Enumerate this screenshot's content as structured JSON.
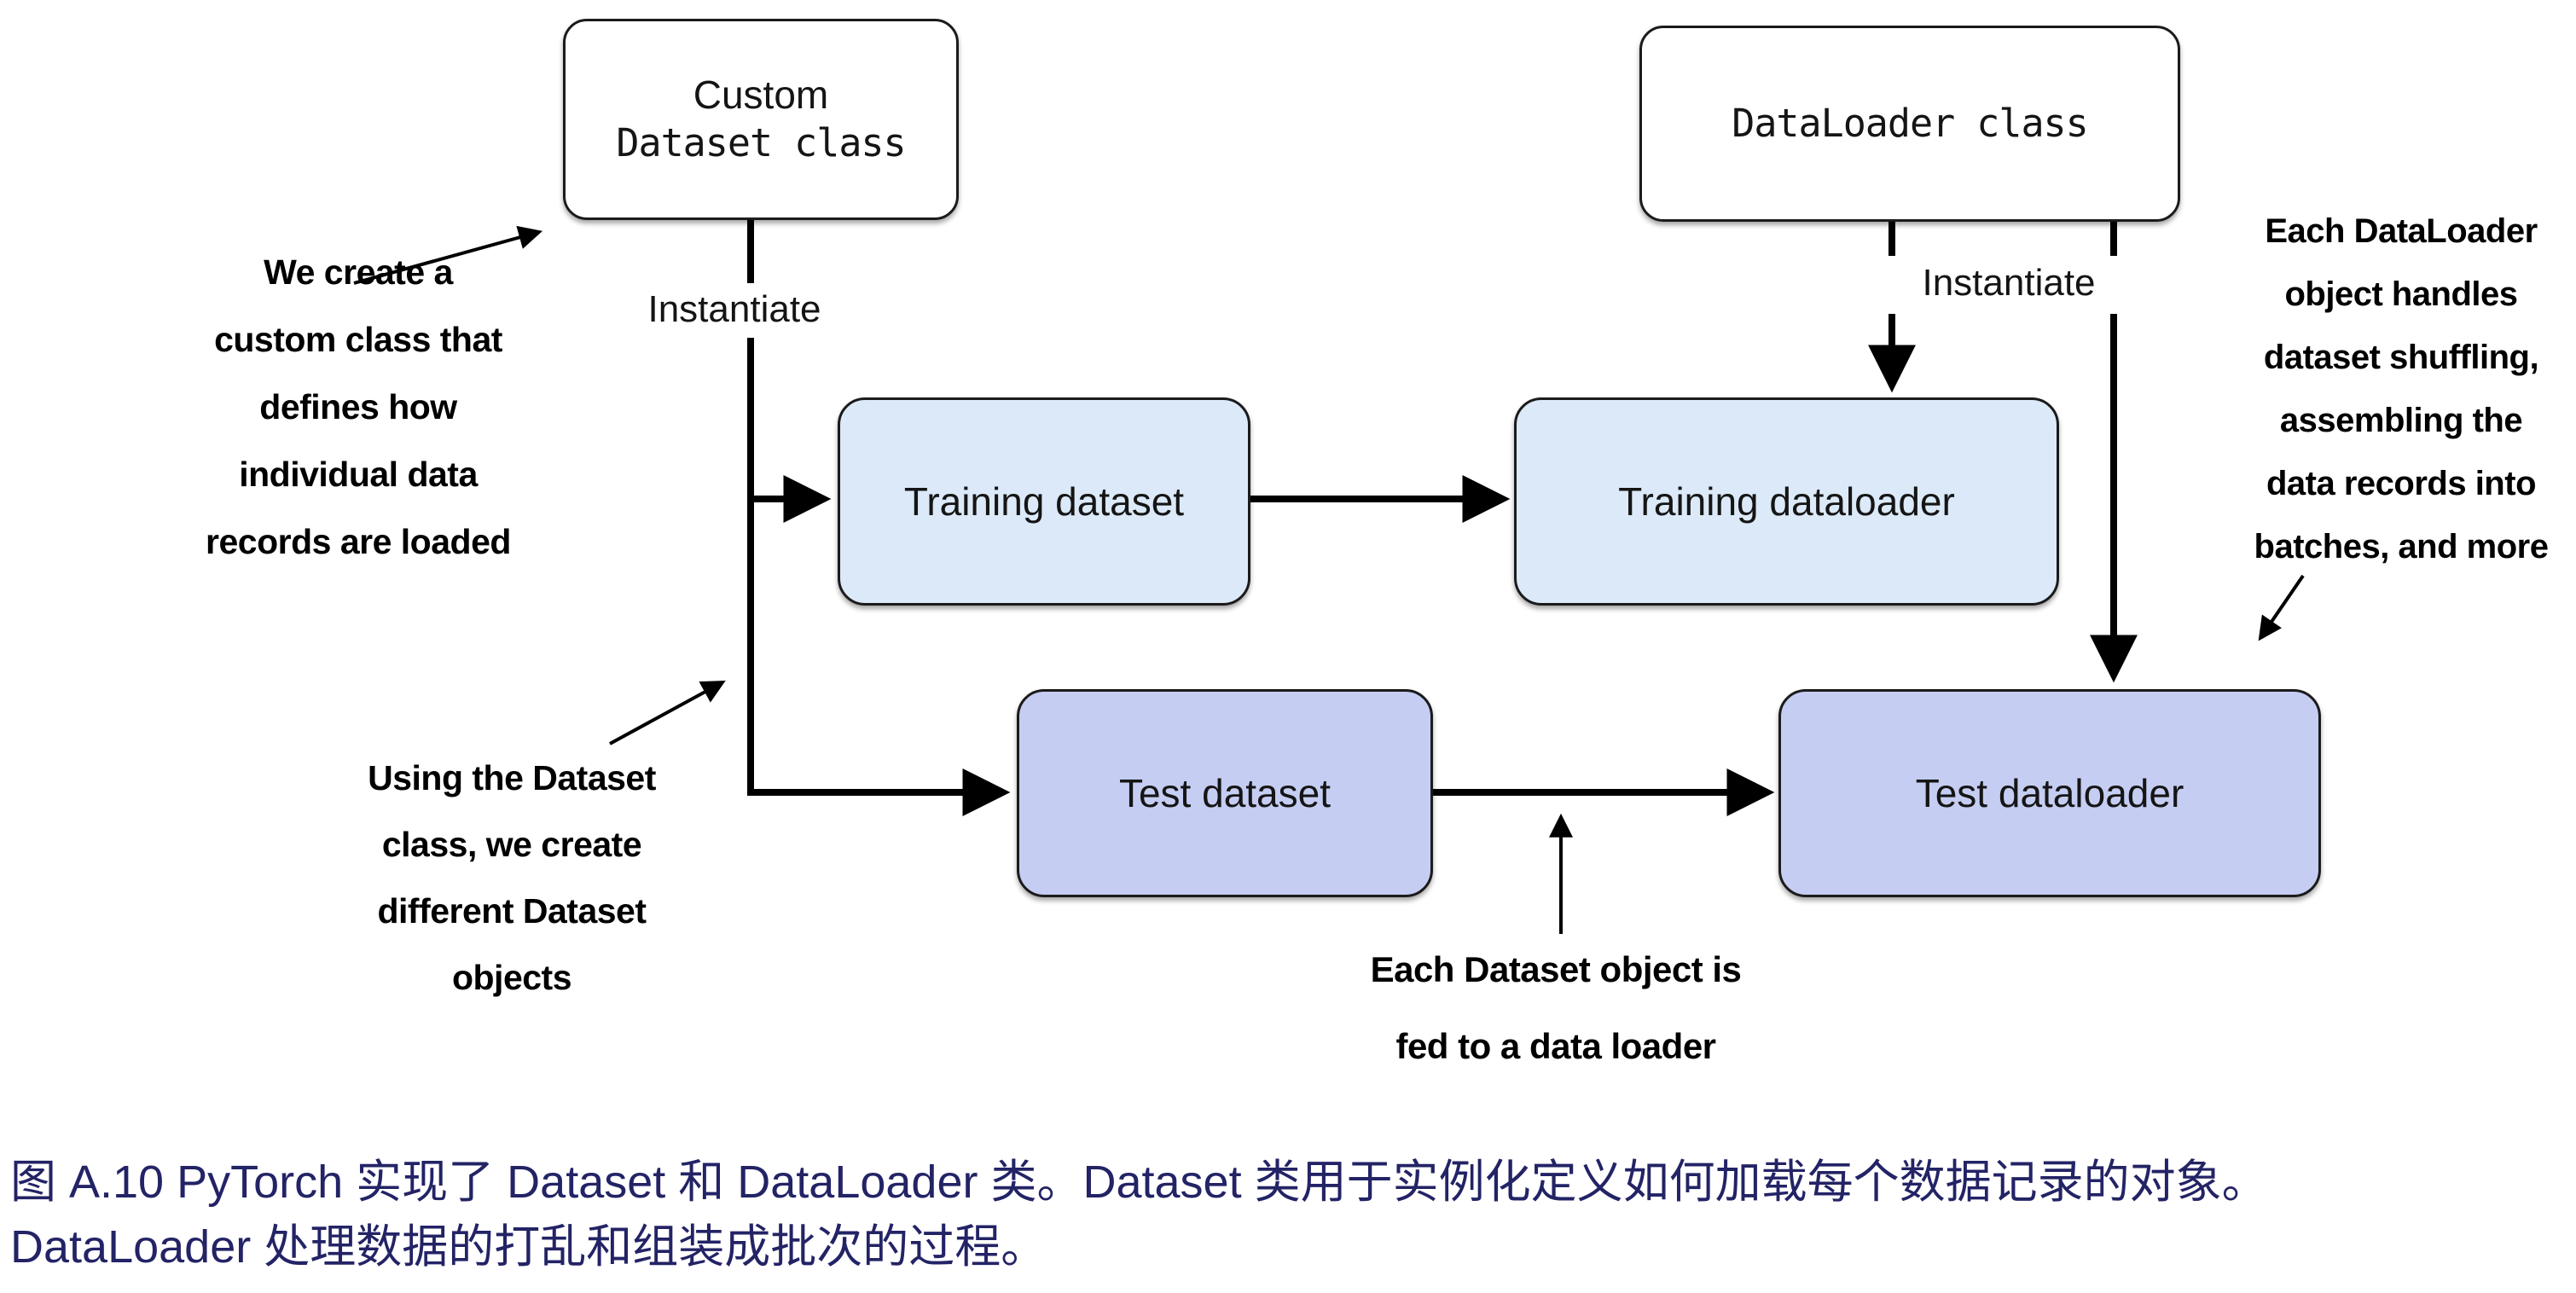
{
  "boxes": {
    "custom_dataset_class": {
      "line1": "Custom",
      "line2": "Dataset class"
    },
    "dataloader_class": {
      "label": "DataLoader class"
    },
    "training_dataset": {
      "label": "Training dataset"
    },
    "training_dataloader": {
      "label": "Training dataloader"
    },
    "test_dataset": {
      "label": "Test dataset"
    },
    "test_dataloader": {
      "label": "Test dataloader"
    }
  },
  "labels": {
    "instantiate_left": "Instantiate",
    "instantiate_right": "Instantiate"
  },
  "annotations": {
    "left_top": {
      "lines": [
        "We create a",
        "custom class that",
        "defines how",
        "individual data",
        "records are loaded"
      ]
    },
    "left_bottom": {
      "lines": [
        "Using the Dataset",
        "class, we create",
        "different Dataset",
        "objects"
      ]
    },
    "bottom_center": {
      "lines": [
        "Each Dataset object is",
        "fed to a data loader"
      ]
    },
    "right": {
      "lines": [
        "Each DataLoader",
        "object handles",
        "dataset shuffling,",
        "assembling the",
        "data records into",
        "batches, and more"
      ]
    }
  },
  "caption": {
    "lines": [
      "图 A.10 PyTorch 实现了 Dataset 和 DataLoader 类。Dataset 类用于实例化定义如何加载每个数据记录的对象。",
      "DataLoader 处理数据的打乱和组装成批次的过程。"
    ]
  },
  "colors": {
    "training_box_fill": "#dbe9f8",
    "test_box_fill": "#c5cdf2",
    "box_border": "#1b1b1b",
    "caption_text": "#232366",
    "arrow": "#000000"
  }
}
